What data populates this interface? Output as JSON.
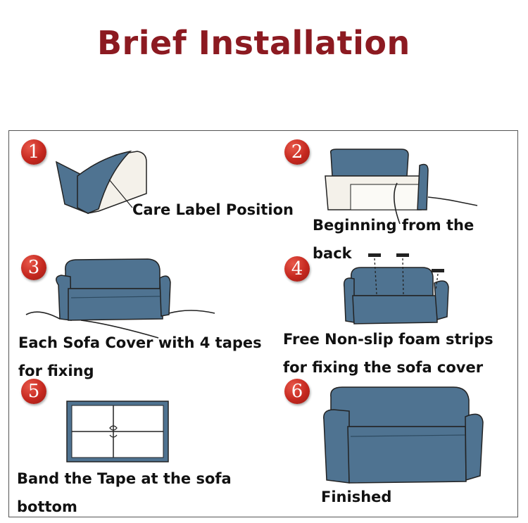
{
  "title": "Brief Installation",
  "steps": [
    {
      "number": "1",
      "caption_lines": [
        "Care Label Position"
      ]
    },
    {
      "number": "2",
      "caption_lines": [
        "Beginning from the",
        "back"
      ]
    },
    {
      "number": "3",
      "caption_lines": [
        "Each Sofa Cover with 4 tapes",
        "for fixing"
      ]
    },
    {
      "number": "4",
      "caption_lines": [
        "Free Non-slip foam strips",
        "for fixing the sofa cover"
      ]
    },
    {
      "number": "5",
      "caption_lines": [
        "Band the Tape at the sofa",
        "bottom"
      ]
    },
    {
      "number": "6",
      "caption_lines": [
        "Finished"
      ]
    }
  ],
  "colors": {
    "title": "#8c1a21",
    "cover": "#4f7391",
    "badge": "#c5281f"
  }
}
